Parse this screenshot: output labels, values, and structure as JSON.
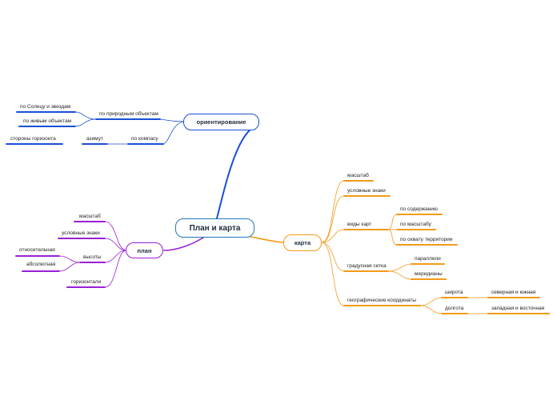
{
  "center": {
    "label": "План и карта",
    "color": "#1f7ab8"
  },
  "branches": {
    "orientation": {
      "label": "ориентирование",
      "color": "#1a4fd6"
    },
    "plan": {
      "label": "план",
      "color": "#9b1fd6"
    },
    "map": {
      "label": "карта",
      "color": "#f39a1a"
    }
  },
  "orientation_items": {
    "natural": "по природным объектам",
    "sun_stars": "по Солнцу и звездам",
    "animals": "по живым объектам",
    "compass": "по компасу",
    "azimuth": "азимут",
    "horizon": "стороны горизонта"
  },
  "plan_items": {
    "scale": "масштаб",
    "symbols": "условные знаки",
    "heights": "высоты",
    "relative": "относительная",
    "absolute": "абсолютная",
    "contours": "горизонтали"
  },
  "map_items": {
    "scale": "масштаб",
    "symbols": "условные знаки",
    "types": "виды карт",
    "by_content": "по содержанию",
    "by_scale": "по масштабу",
    "by_coverage": "по охвату территории",
    "grid": "градусная сетка",
    "parallels": "параллели",
    "meridians": "меридианы",
    "coords": "географические координаты",
    "latitude": "широта",
    "north_south": "северная и южная",
    "longitude": "долгота",
    "west_east": "западная и восточная"
  }
}
